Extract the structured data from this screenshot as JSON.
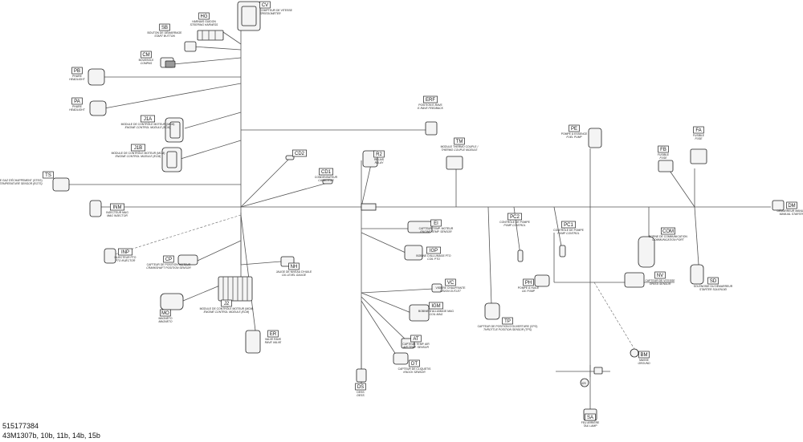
{
  "document": {
    "part_number": "515177384",
    "illustration_ref": "43M1307b, 10b, 11b, 14b, 15b"
  },
  "components": [
    {
      "id": "cv",
      "code": "CV",
      "desc_fr": "COMPTEUR DE VITESSE",
      "desc_en": "SPEEDOMETER"
    },
    {
      "id": "hg",
      "code": "HG",
      "desc_fr": "HARNAIS GUIDON",
      "desc_en": "STEERING HARNESS"
    },
    {
      "id": "sb",
      "code": "SB",
      "desc_fr": "BOUTON DE DÉMARRAGE",
      "desc_en": "START BUTTON"
    },
    {
      "id": "cm",
      "code": "CM",
      "desc_fr": "BOUSSOLE",
      "desc_en": "COMPAS"
    },
    {
      "id": "pb",
      "code": "PB",
      "desc_fr": "PHARE",
      "desc_en": "HEADLIGHT"
    },
    {
      "id": "pa",
      "code": "PA",
      "desc_fr": "PHARE",
      "desc_en": "HEADLIGHT"
    },
    {
      "id": "j1a",
      "code": "J1A",
      "desc_fr": "MODULE DE CONTRÔLE MOTEUR (MCM)",
      "desc_en": "ENGINE CONTROL MODULE (ECM)"
    },
    {
      "id": "j1b",
      "code": "J1B",
      "desc_fr": "MODULE DE CONTRÔLE MOTEUR (MCM)",
      "desc_en": "ENGINE CONTROL MODULE (ECM)"
    },
    {
      "id": "ts",
      "code": "TS",
      "desc_fr": "CAPTEUR DE TEMPÉRATURE DE GAZ D'ÉCHAPPEMENT (GTEG)",
      "desc_en": "EXHAUST TEMPERATURE SENSOR (EGTS)"
    },
    {
      "id": "erf",
      "code": "ERF",
      "desc_fr": "POSITION E-RAVE",
      "desc_en": "E-RAVE FEEDBACK"
    },
    {
      "id": "cd2",
      "code": "CD2",
      "desc_fr": "",
      "desc_en": ""
    },
    {
      "id": "cd1",
      "code": "CD1",
      "desc_fr": "CONDENSATEUR",
      "desc_en": "CAPACITOR"
    },
    {
      "id": "r2",
      "code": "R2",
      "desc_fr": "RELAIS",
      "desc_en": "RELAY"
    },
    {
      "id": "tm",
      "code": "TM",
      "desc_fr": "MODULE THERMO COUPLE /",
      "desc_en": "THERMO COUPLE MODULE"
    },
    {
      "id": "pe",
      "code": "PE",
      "desc_fr": "POMPE À ESSENCE",
      "desc_en": "FUEL PUMP"
    },
    {
      "id": "fa",
      "code": "FA",
      "desc_fr": "FUSIBLE",
      "desc_en": "FUSE"
    },
    {
      "id": "fb",
      "code": "FB",
      "desc_fr": "FUSIBLE",
      "desc_en": "FUSE"
    },
    {
      "id": "dm",
      "code": "DM",
      "desc_fr": "DÉMARREUR MANUEL",
      "desc_en": "MANUAL STARTER"
    },
    {
      "id": "inm",
      "code": "INM",
      "desc_fr": "INJECTEUR MAG",
      "desc_en": "MAG INJECTOR"
    },
    {
      "id": "inp",
      "code": "INP",
      "desc_fr": "INJECTEUR PTO",
      "desc_en": "PTO INJECTOR"
    },
    {
      "id": "ei",
      "code": "EI",
      "desc_fr": "CAPTEUR TEMP. MOTEUR",
      "desc_en": "ENGINE TEMP. SENSOR"
    },
    {
      "id": "igp",
      "code": "IGP",
      "desc_fr": "BOBINE D'ALLUMAGE PTO",
      "desc_en": "COIL PTO"
    },
    {
      "id": "pc2",
      "code": "PC2",
      "desc_fr": "CONTRÔLE DE POMPE",
      "desc_en": "PUMP CONTROL"
    },
    {
      "id": "pc1",
      "code": "PC1",
      "desc_fr": "CONTRÔLE DE POMPE",
      "desc_en": "PUMP CONTROL"
    },
    {
      "id": "com",
      "code": "COM",
      "desc_fr": "BORNE DE COMMUNICATION",
      "desc_en": "COMMUNICATION PORT"
    },
    {
      "id": "cp",
      "code": "CP",
      "desc_fr": "CAPTEUR DE POSITION MOTEUR",
      "desc_en": "CRANKSHAFT POSITION SENSOR"
    },
    {
      "id": "nh",
      "code": "NH",
      "desc_fr": "JAUGE DE NIVEAU D'HUILE",
      "desc_en": "OIL LEVEL GAUGE"
    },
    {
      "id": "vc",
      "code": "VC",
      "desc_fr": "VISIÈRE CHAUFFANTE",
      "desc_en": "VISION OUTLET"
    },
    {
      "id": "ph",
      "code": "PH",
      "desc_fr": "POMPE À HUILE",
      "desc_en": "OIL PUMP"
    },
    {
      "id": "nv",
      "code": "NV",
      "desc_fr": "CAPTEUR DE VITESSE",
      "desc_en": "SPEED SENSOR"
    },
    {
      "id": "sd",
      "code": "SD",
      "desc_fr": "SOLÉNOÏDE DU DÉMARREUR",
      "desc_en": "STARTER SOLENOID"
    },
    {
      "id": "mo",
      "code": "MO",
      "desc_fr": "MAGNÉTO",
      "desc_en": "MAGNETO"
    },
    {
      "id": "j2",
      "code": "J2",
      "desc_fr": "MODULE DE CONTRÔLE MOTEUR (MCM)",
      "desc_en": "ENGINE CONTROL MODULE (ECM)"
    },
    {
      "id": "igm",
      "code": "IGM",
      "desc_fr": "BOBINE D'ALLUMAGE MAG",
      "desc_en": "COIL MAG"
    },
    {
      "id": "tp",
      "code": "TP",
      "desc_fr": "CAPTEUR DE POSITION D'OUVERTURE (CPO)",
      "desc_en": "THROTTLE POSITION SENSOR (TPS)"
    },
    {
      "id": "er",
      "code": "ER",
      "desc_fr": "VALVE RAVE",
      "desc_en": "RAVE VALVE"
    },
    {
      "id": "at",
      "code": "AT",
      "desc_fr": "CAPTEUR TEMP. AIR",
      "desc_en": "AIR TEMP. SENSOR"
    },
    {
      "id": "dt",
      "code": "DT",
      "desc_fr": "CAPTEUR DE CLIQUETIS",
      "desc_en": "KNOCK SENSOR"
    },
    {
      "id": "bm",
      "code": "BM",
      "desc_fr": "MASSE",
      "desc_en": "GROUND"
    },
    {
      "id": "ds",
      "code": "DS",
      "desc_fr": "DESS",
      "desc_en": "DESS"
    },
    {
      "id": "sa",
      "code": "SA",
      "desc_fr": "FEU ARRIÈRE",
      "desc_en": "TAIL LAMP"
    }
  ],
  "ground_symbol_label": "420"
}
